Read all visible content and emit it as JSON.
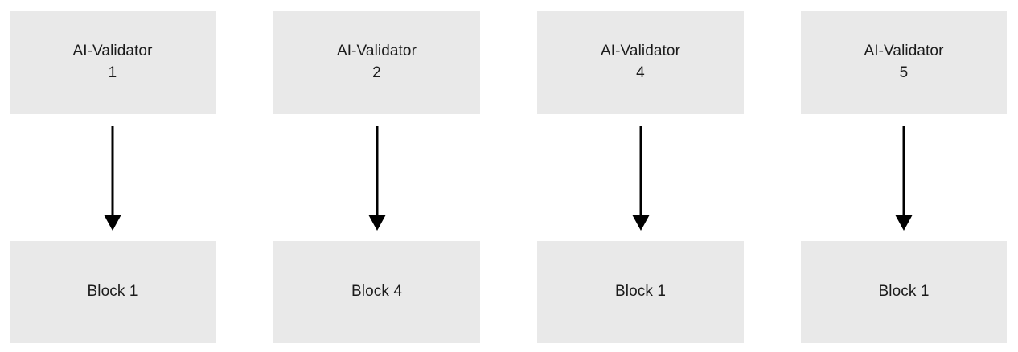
{
  "diagram": {
    "type": "flow-diagram",
    "orientation": "top-to-bottom",
    "background_color": "#ffffff",
    "node_fill_color": "#e9e9e9",
    "node_text_color": "#1b1b1b",
    "arrow_color": "#000000",
    "columns": [
      {
        "source": {
          "label": "AI-Validator\n1",
          "name": "AI-Validator",
          "index": "1"
        },
        "target": {
          "label": "Block 1",
          "name": "Block",
          "index": "1"
        },
        "connector": {
          "kind": "arrow",
          "direction": "down"
        }
      },
      {
        "source": {
          "label": "AI-Validator\n2",
          "name": "AI-Validator",
          "index": "2"
        },
        "target": {
          "label": "Block 4",
          "name": "Block",
          "index": "4"
        },
        "connector": {
          "kind": "arrow",
          "direction": "down"
        }
      },
      {
        "source": {
          "label": "AI-Validator\n4",
          "name": "AI-Validator",
          "index": "4"
        },
        "target": {
          "label": "Block 1",
          "name": "Block",
          "index": "1"
        },
        "connector": {
          "kind": "arrow",
          "direction": "down"
        }
      },
      {
        "source": {
          "label": "AI-Validator\n5",
          "name": "AI-Validator",
          "index": "5"
        },
        "target": {
          "label": "Block 1",
          "name": "Block",
          "index": "1"
        },
        "connector": {
          "kind": "arrow",
          "direction": "down"
        }
      }
    ]
  }
}
